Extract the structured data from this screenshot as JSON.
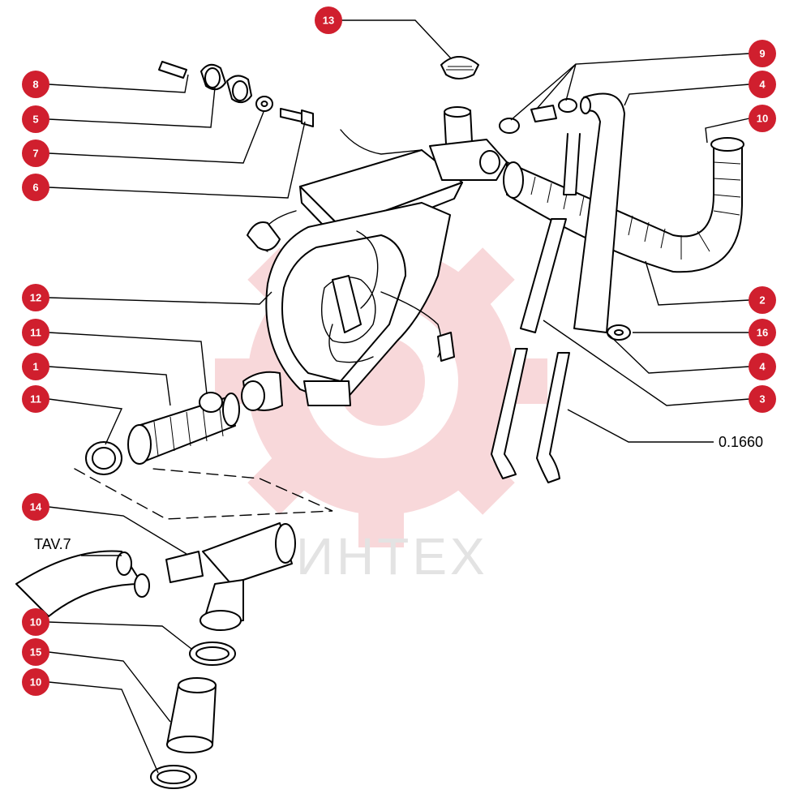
{
  "watermark": {
    "text": "ИНТЕХ",
    "color": "#f4b9bd"
  },
  "colors": {
    "badge": "#d01f2e",
    "badge_text": "#ffffff",
    "line": "#000000"
  },
  "callouts": [
    "13",
    "9",
    "4",
    "10",
    "8",
    "5",
    "7",
    "6",
    "12",
    "11",
    "1",
    "11",
    "2",
    "16",
    "4",
    "3",
    "14",
    "10",
    "15",
    "10"
  ],
  "text_labels": {
    "part_code": "0.1660",
    "table_ref": "TAV.7"
  }
}
